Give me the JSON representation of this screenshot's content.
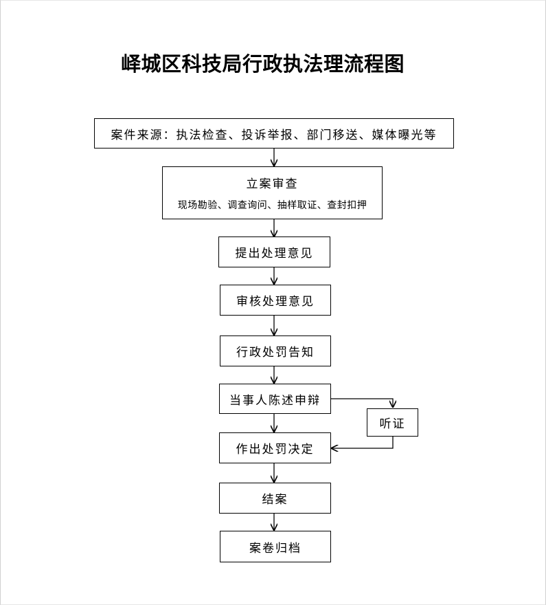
{
  "title": "峄城区科技局行政执法理流程图",
  "nodes": {
    "case_source": "案件来源：执法检查、投诉举报、部门移送、媒体曝光等",
    "filing_review": "立案审查",
    "filing_review_detail": "现场勘验、调查询问、抽样取证、查封扣押",
    "propose_opinion": "提出处理意见",
    "review_opinion": "审核处理意见",
    "penalty_notice": "行政处罚告知",
    "party_statement": "当事人陈述申辩",
    "hearing": "听证",
    "penalty_decision": "作出处罚决定",
    "case_closed": "结案",
    "archive": "案卷归档"
  }
}
